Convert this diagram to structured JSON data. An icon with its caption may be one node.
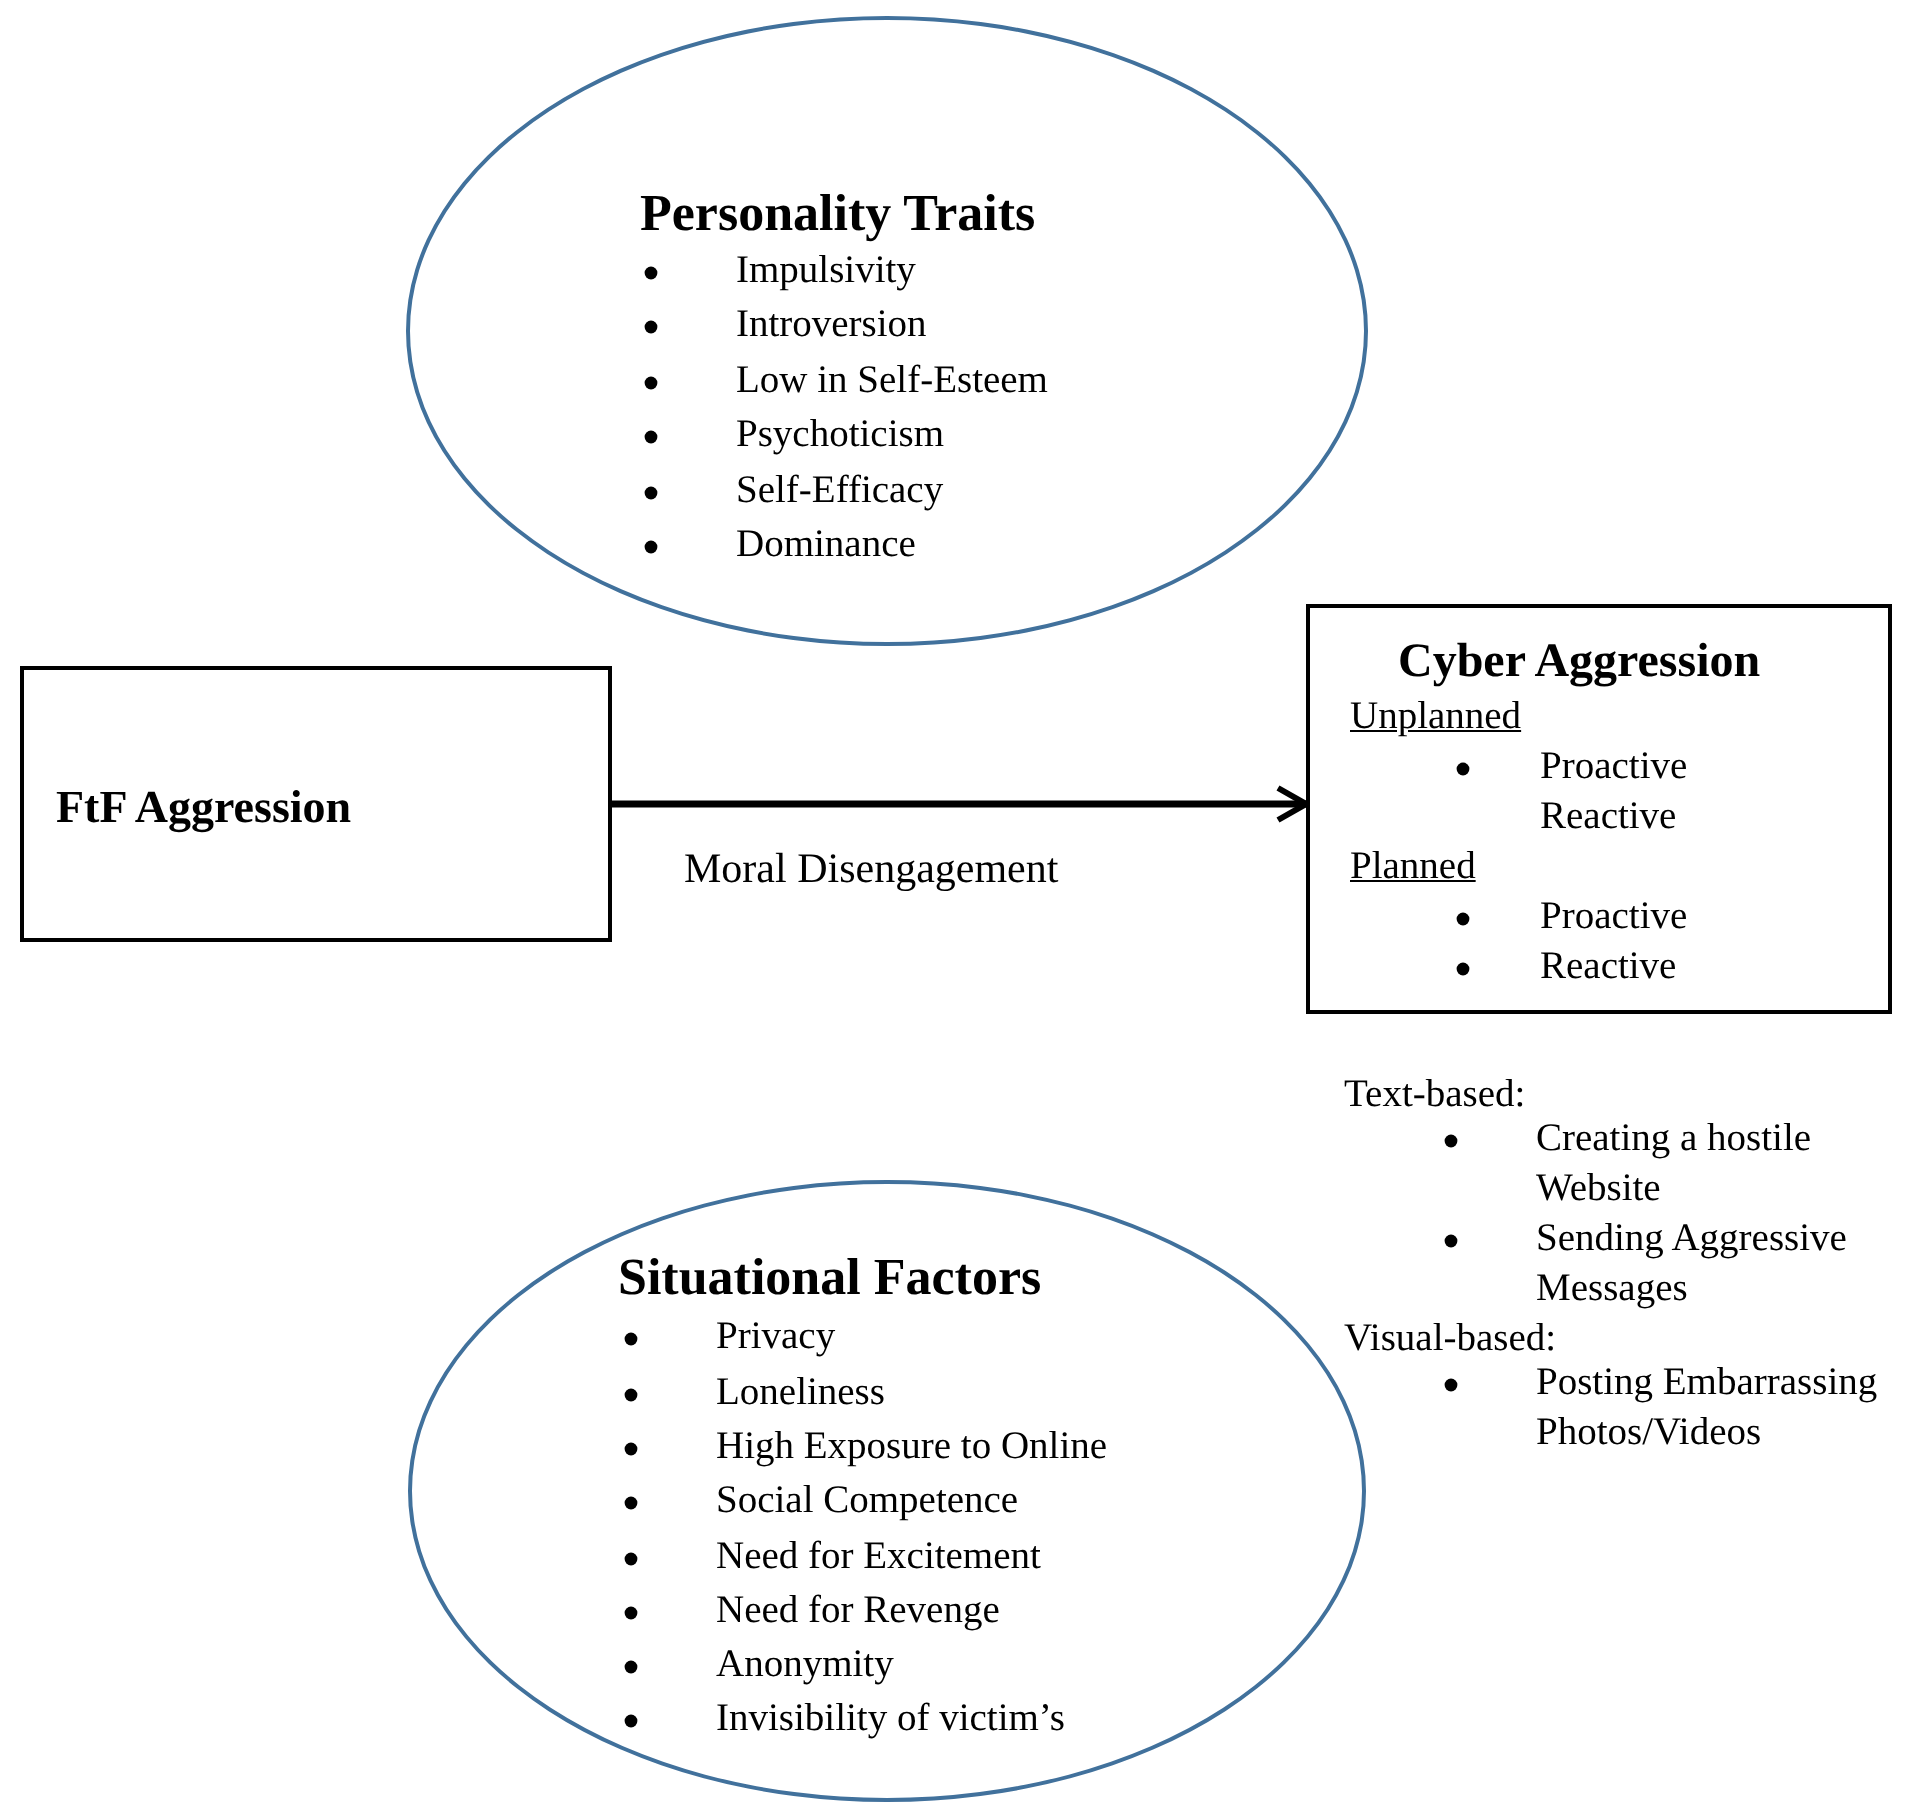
{
  "diagram": {
    "nodes": [
      {
        "text": [
          "Personality Traits",
          "Impulsivity",
          "Introversion",
          "Low in Self-Esteem",
          "Psychoticism",
          "Self-Efficacy",
          "Dominance"
        ]
      },
      {
        "text": [
          "FtF Aggression"
        ]
      },
      {
        "text": [
          "Cyber Aggression",
          "Unplanned",
          "Proactive Reactive",
          "Planned",
          "Proactive",
          "Reactive"
        ]
      },
      {
        "text": [
          "Situational Factors",
          "Privacy",
          "Loneliness",
          "High Exposure to Online",
          "Social Competence",
          "Need for Excitement",
          "Need for Revenge",
          "Anonymity",
          "Invisibility of victim’s"
        ]
      }
    ],
    "edges": [
      {
        "from": 1,
        "to": 2,
        "arrow": "to",
        "label": "Moral Disengagement"
      }
    ],
    "labels": [
      "Text-based:",
      "Creating a hostile Website",
      "Sending Aggressive Messages",
      "Visual-based:",
      "Posting Embarrassing Photos/Videos"
    ]
  }
}
